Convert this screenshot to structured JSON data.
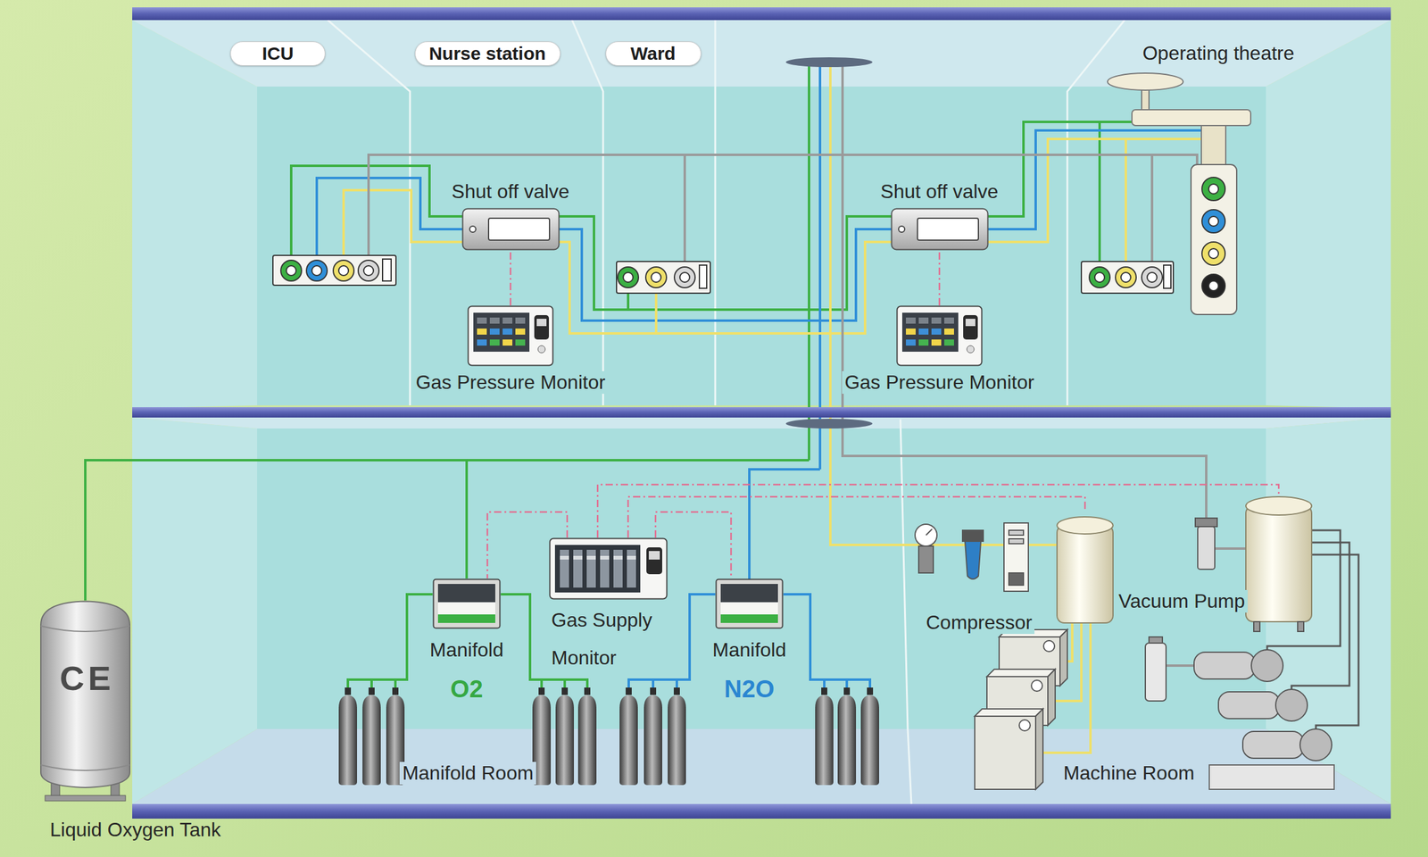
{
  "diagram": {
    "nodes": [
      {
        "text": [
          "ICU"
        ]
      },
      {
        "text": [
          "Nurse station"
        ]
      },
      {
        "text": [
          "Ward"
        ]
      },
      {
        "text": [
          "Shut off valve"
        ]
      },
      {
        "text": [
          "Shut off valve"
        ]
      },
      {
        "text": [
          "Gas Pressure Monitor"
        ]
      },
      {
        "text": [
          "Gas Pressure Monitor"
        ]
      },
      {
        "text": [
          "CE",
          "Liquid Oxygen Tank"
        ]
      },
      {
        "text": [
          "Manifold",
          "O2"
        ]
      },
      {
        "text": [
          "Gas Supply Monitor"
        ]
      },
      {
        "text": [
          "Manifold",
          "N2O"
        ]
      },
      {
        "text": [
          "Compressor"
        ]
      },
      {
        "text": [
          "Vacuum Pump"
        ]
      }
    ],
    "edges": [
      {
        "from": 5,
        "to": 3,
        "arrow": "none"
      },
      {
        "from": 6,
        "to": 4,
        "arrow": "none"
      },
      {
        "from": 7,
        "to": 8,
        "arrow": "none"
      },
      {
        "from": 9,
        "to": 8,
        "arrow": "none"
      },
      {
        "from": 9,
        "to": 10,
        "arrow": "none"
      },
      {
        "from": 9,
        "to": 11,
        "arrow": "none"
      },
      {
        "from": 9,
        "to": 12,
        "arrow": "none"
      }
    ],
    "labels": [
      "Operating theatre",
      "Manifold Room",
      "Machine Room"
    ]
  }
}
